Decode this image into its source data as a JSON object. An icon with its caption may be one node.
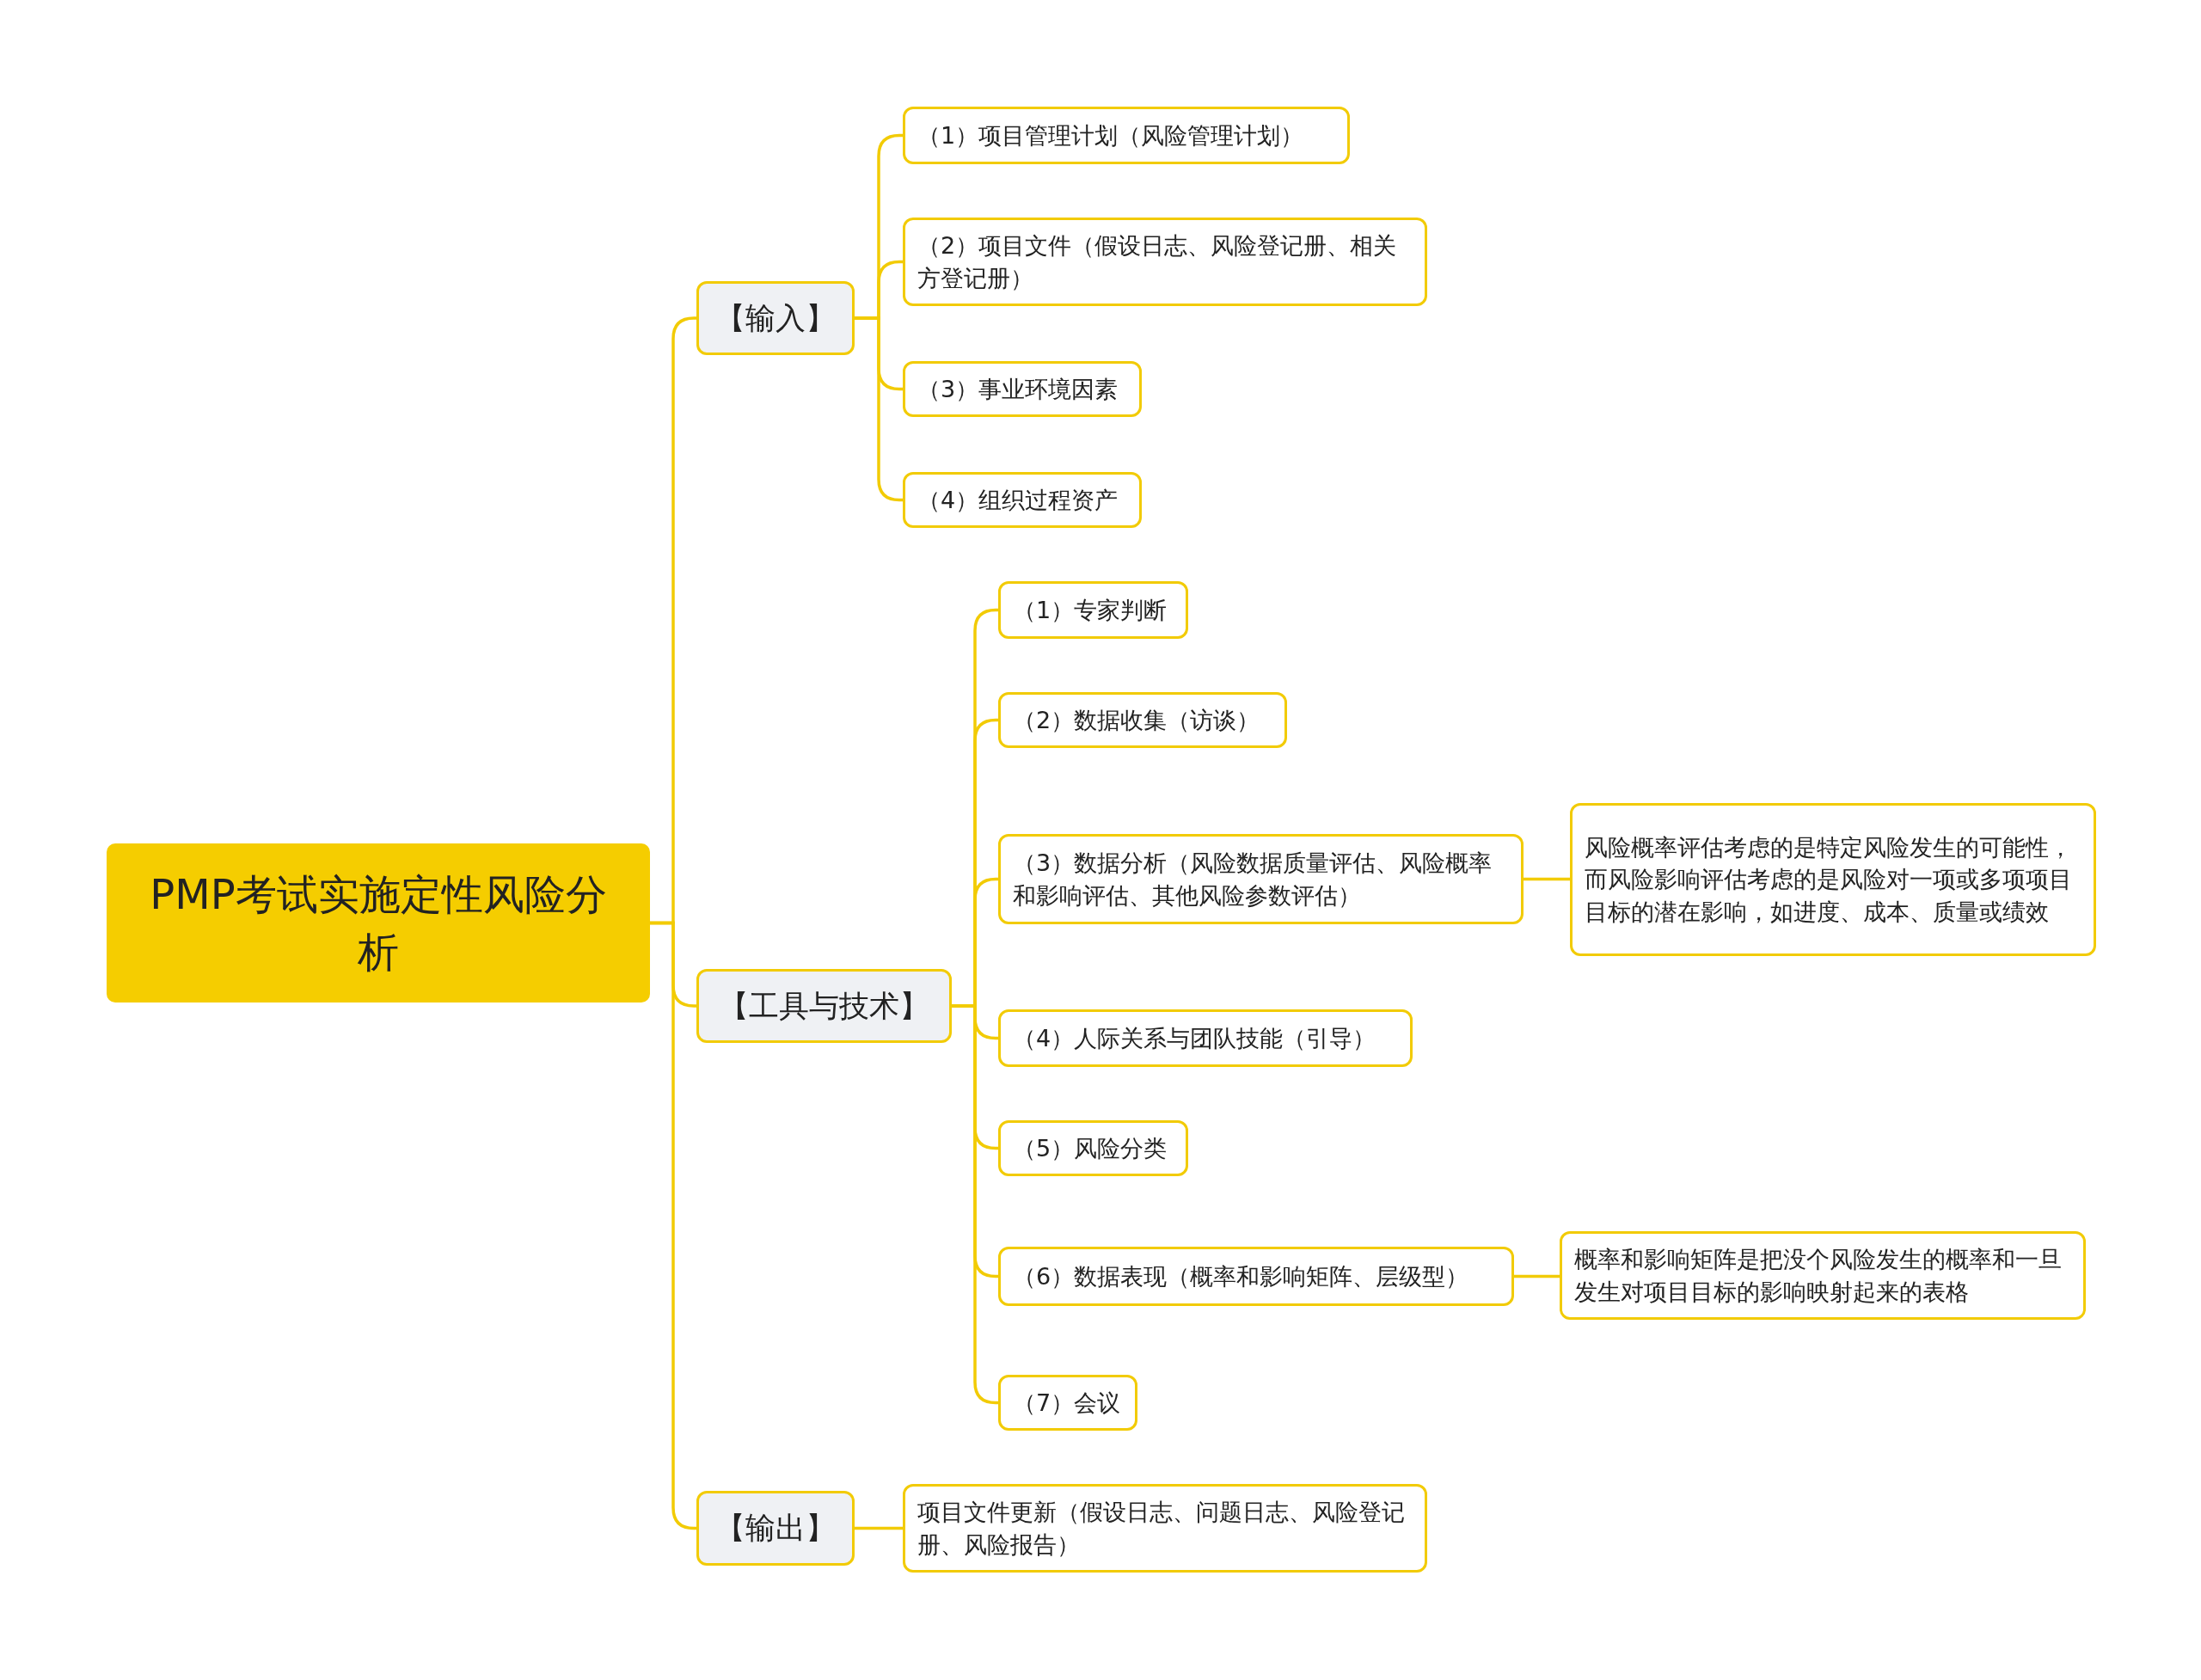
{
  "diagram": {
    "nodes": [
      {
        "text": [
          "PMP考试实施定性风险分析"
        ]
      },
      {
        "text": [
          "【输入】"
        ]
      },
      {
        "text": [
          "（1）项目管理计划（风险管理计划）"
        ]
      },
      {
        "text": [
          "（2）项目文件（假设日志、风险登记册、相关方登记册）"
        ]
      },
      {
        "text": [
          "（3）事业环境因素"
        ]
      },
      {
        "text": [
          "（4）组织过程资产"
        ]
      },
      {
        "text": [
          "【工具与技术】"
        ]
      },
      {
        "text": [
          "（1）专家判断"
        ]
      },
      {
        "text": [
          "（2）数据收集（访谈）"
        ]
      },
      {
        "text": [
          "（3）数据分析（风险数据质量评估、风险概率和影响评估、其他风险参数评估）"
        ]
      },
      {
        "text": [
          "风险概率评估考虑的是特定风险发生的可能性，而风险影响评估考虑的是风险对一项或多项项目目标的潜在影响，如进度、成本、质量或绩效"
        ]
      },
      {
        "text": [
          "（4）人际关系与团队技能（引导）"
        ]
      },
      {
        "text": [
          "（5）风险分类"
        ]
      },
      {
        "text": [
          "（6）数据表现（概率和影响矩阵、层级型）"
        ]
      },
      {
        "text": [
          "概率和影响矩阵是把没个风险发生的概率和一旦发生对项目目标的影响映射起来的表格"
        ]
      },
      {
        "text": [
          "（7）会议"
        ]
      },
      {
        "text": [
          "【输出】"
        ]
      },
      {
        "text": [
          "项目文件更新（假设日志、问题日志、风险登记册、风险报告）"
        ]
      }
    ],
    "edges": [
      {
        "from": 0,
        "to": 1,
        "arrow": "none"
      },
      {
        "from": 1,
        "to": 2,
        "arrow": "none"
      },
      {
        "from": 1,
        "to": 3,
        "arrow": "none"
      },
      {
        "from": 1,
        "to": 4,
        "arrow": "none"
      },
      {
        "from": 1,
        "to": 5,
        "arrow": "none"
      },
      {
        "from": 0,
        "to": 6,
        "arrow": "none"
      },
      {
        "from": 6,
        "to": 7,
        "arrow": "none"
      },
      {
        "from": 6,
        "to": 8,
        "arrow": "none"
      },
      {
        "from": 6,
        "to": 9,
        "arrow": "none"
      },
      {
        "from": 9,
        "to": 10,
        "arrow": "none"
      },
      {
        "from": 6,
        "to": 11,
        "arrow": "none"
      },
      {
        "from": 6,
        "to": 12,
        "arrow": "none"
      },
      {
        "from": 6,
        "to": 13,
        "arrow": "none"
      },
      {
        "from": 13,
        "to": 14,
        "arrow": "none"
      },
      {
        "from": 6,
        "to": 15,
        "arrow": "none"
      },
      {
        "from": 0,
        "to": 16,
        "arrow": "none"
      },
      {
        "from": 16,
        "to": 17,
        "arrow": "none"
      }
    ]
  }
}
